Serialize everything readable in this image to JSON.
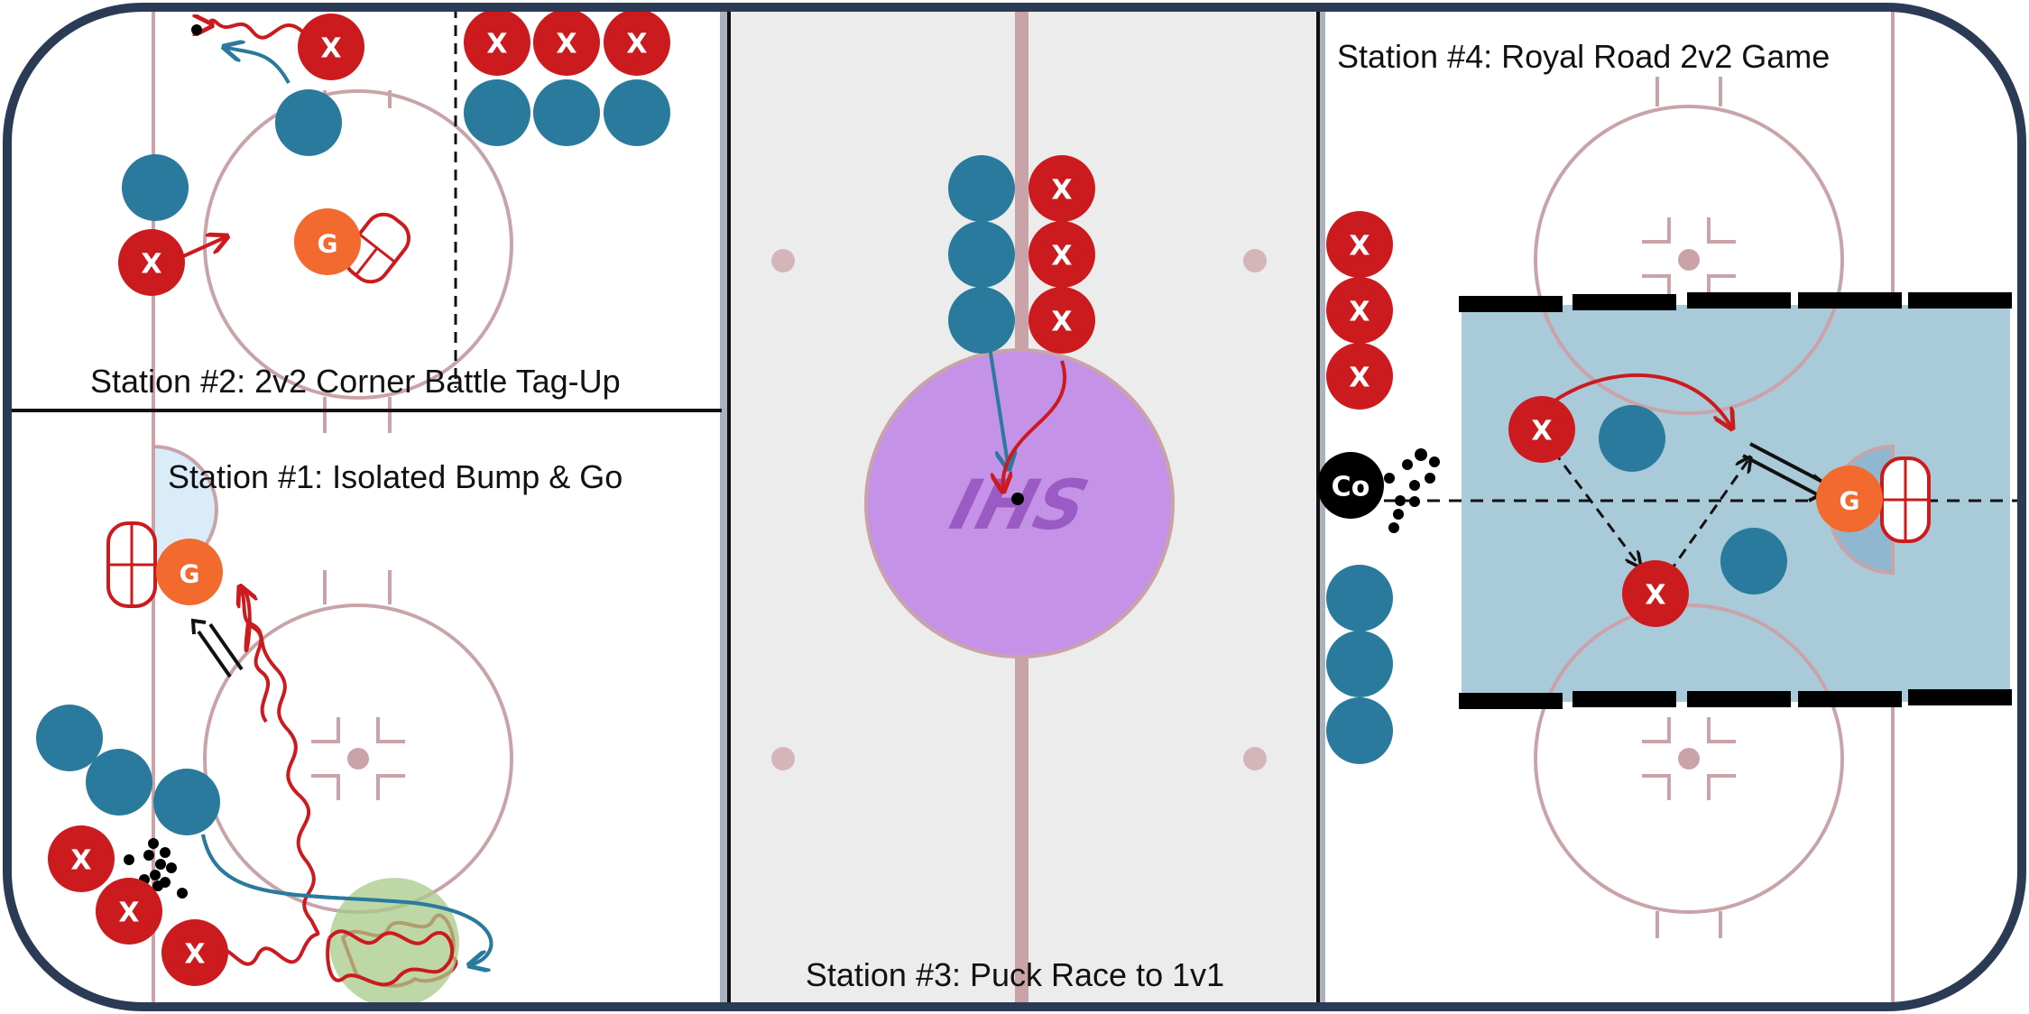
{
  "stations": {
    "s1": "Station #1: Isolated Bump & Go",
    "s2": "Station #2: 2v2 Corner Battle Tag-Up",
    "s3": "Station #3: Puck Race to 1v1",
    "s4": "Station #4: Royal Road 2v2 Game"
  },
  "markers": {
    "defender": "X",
    "goalie": "G",
    "coach": "Co"
  },
  "logo": "IHS",
  "colors": {
    "rink_border": "#2b3a55",
    "rink_line": "#c9a3a8",
    "offense": "#2a7a9e",
    "defense": "#cc1b1f",
    "goalie": "#f26a2e",
    "neutral_zone": "#ececec",
    "faceoff_circle": "#c492e6",
    "royal_road_zone": "#a9cad9",
    "crease_blue": "#d9ecf7",
    "green_zone": "#a8c98a",
    "coach": "#000000"
  }
}
